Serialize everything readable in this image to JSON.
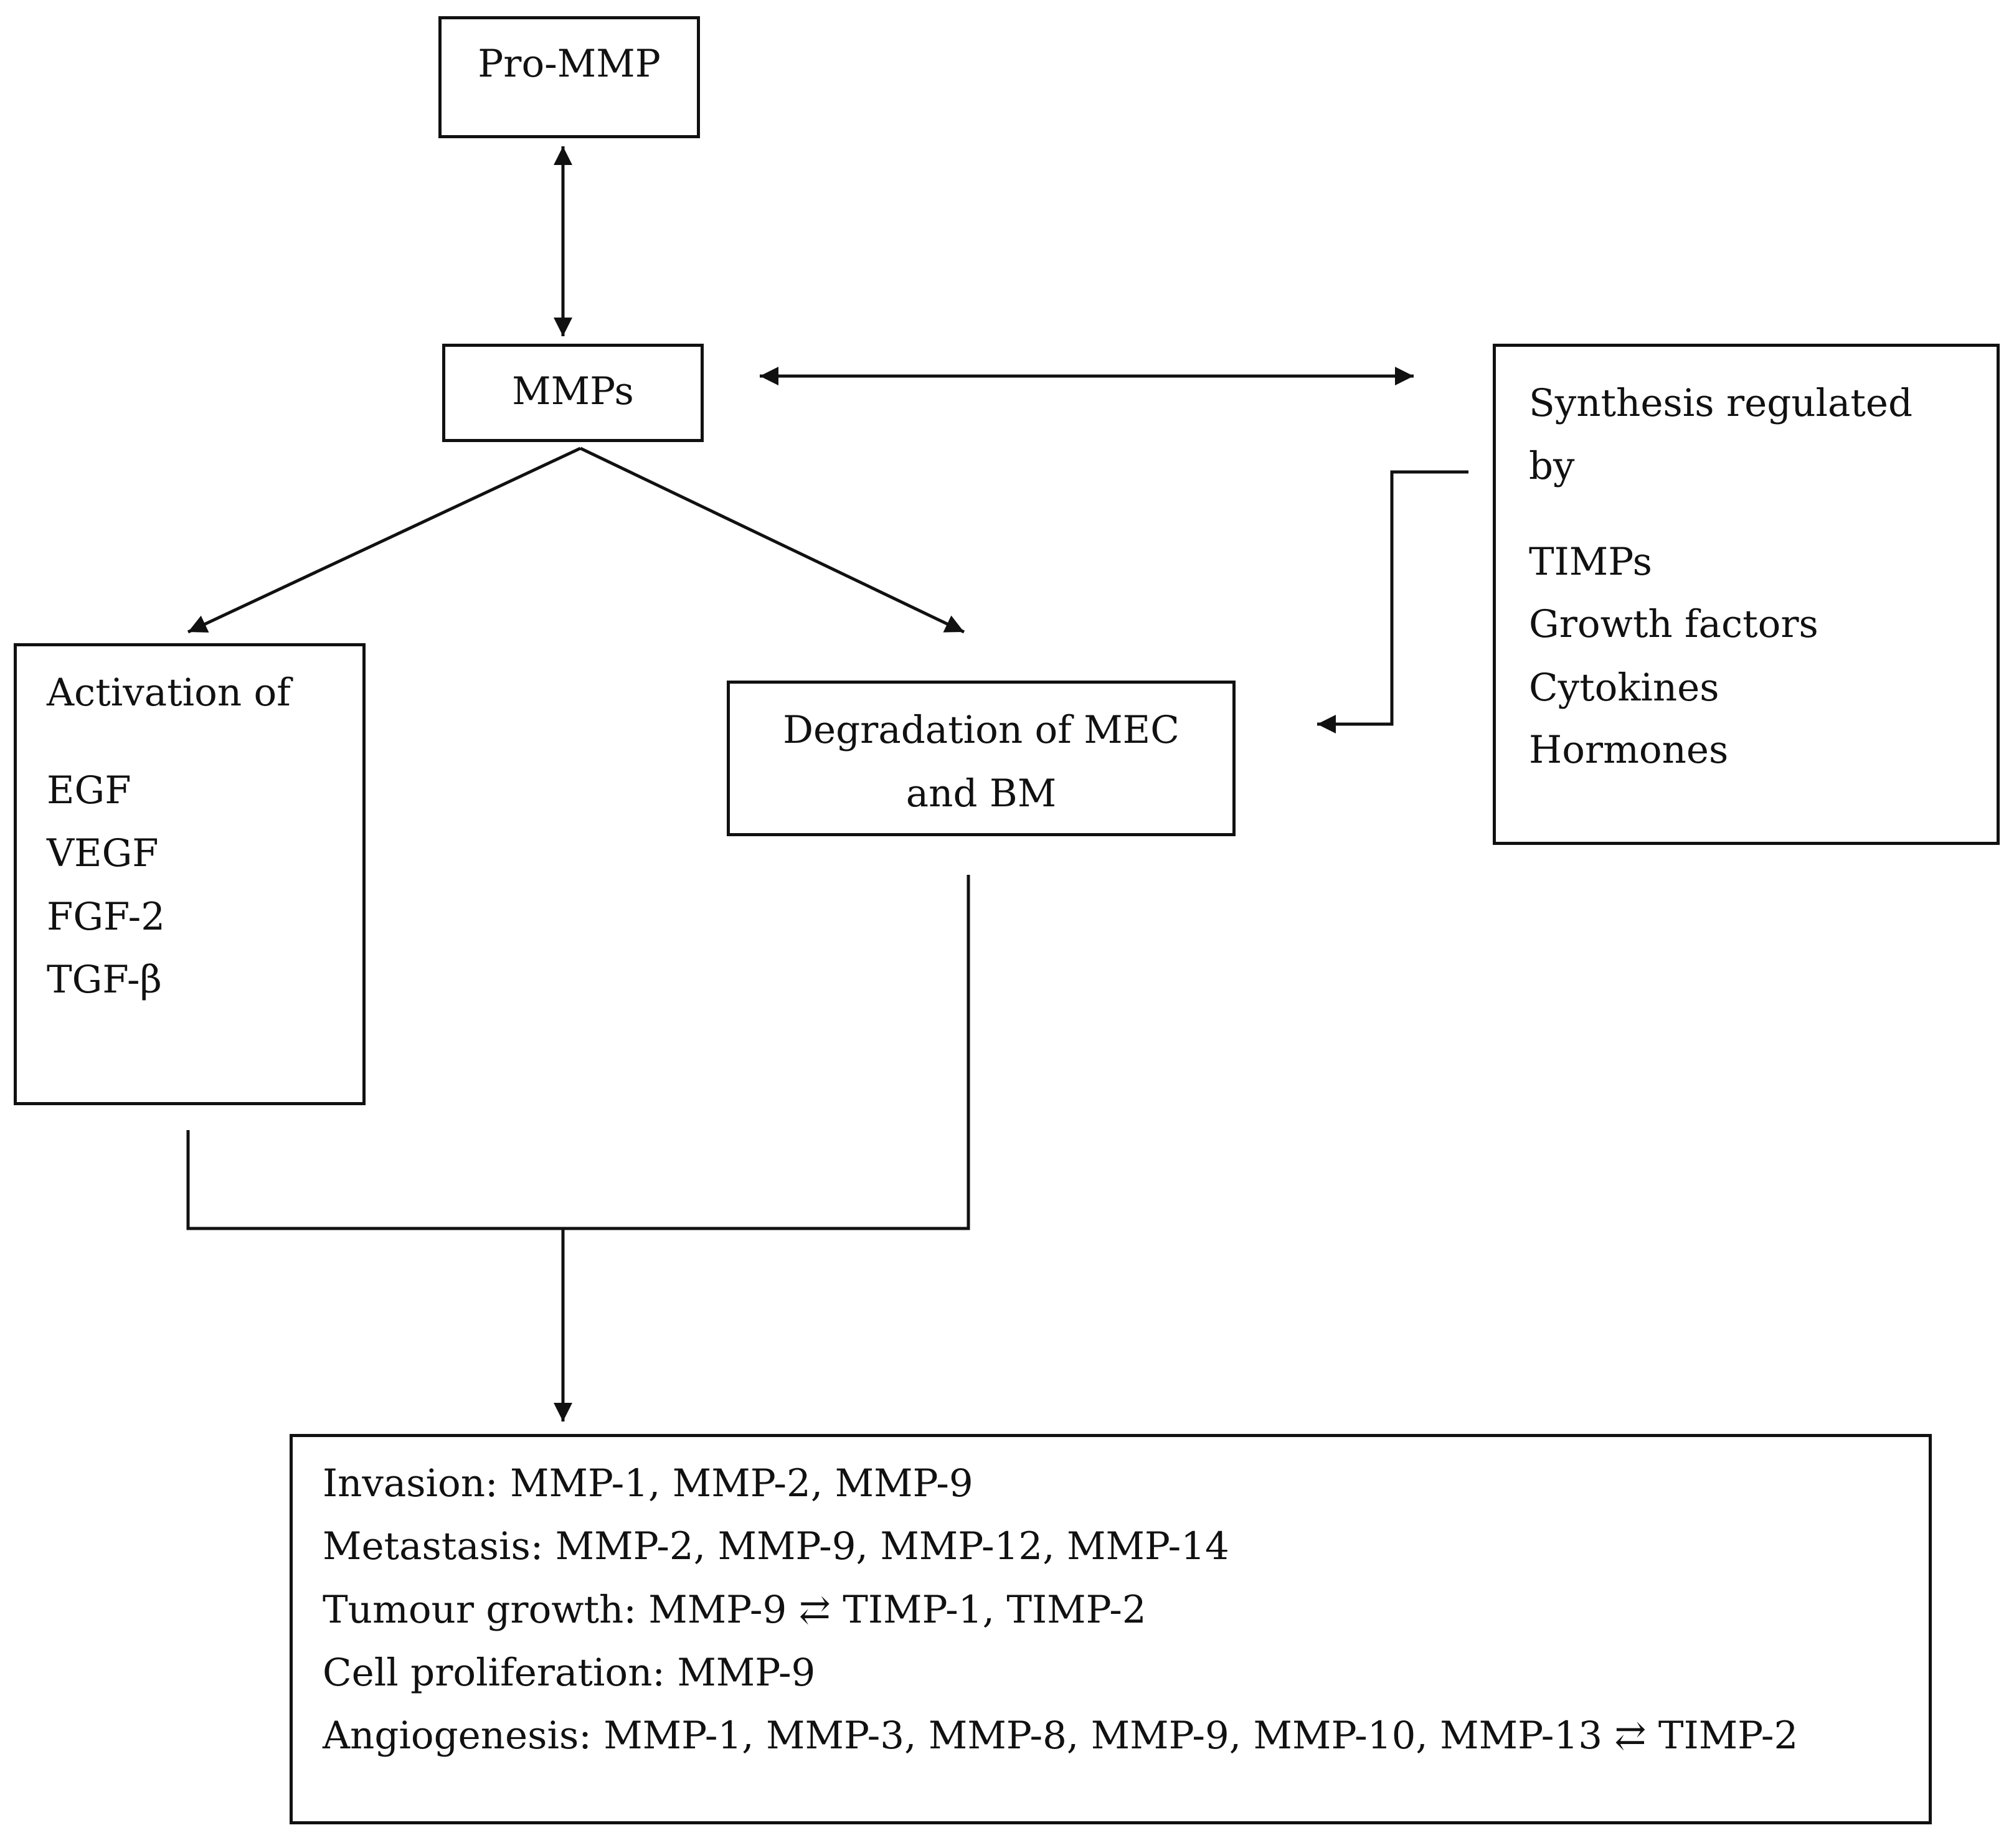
{
  "nodes": {
    "pro_mmp": {
      "label": "Pro-MMP"
    },
    "mmps": {
      "label": "MMPs"
    },
    "activation": {
      "heading": "Activation of",
      "items": [
        "EGF",
        "VEGF",
        "FGF-2",
        "TGF-β"
      ]
    },
    "degradation": {
      "line1": "Degradation of MEC",
      "line2": "and BM"
    },
    "synthesis": {
      "heading_line1": "Synthesis regulated",
      "heading_line2": "by",
      "items": [
        "TIMPs",
        "Growth factors",
        "Cytokines",
        "Hormones"
      ]
    },
    "outcomes": {
      "lines": [
        "Invasion: MMP-1, MMP-2, MMP-9",
        "Metastasis: MMP-2, MMP-9, MMP-12, MMP-14",
        "Tumour growth: MMP-9 ⇄ TIMP-1, TIMP-2",
        "Cell proliferation: MMP-9",
        "Angiogenesis: MMP-1, MMP-3, MMP-8, MMP-9, MMP-10, MMP-13 ⇄ TIMP-2"
      ]
    }
  },
  "colors": {
    "stroke": "#111111",
    "background": "#ffffff"
  }
}
